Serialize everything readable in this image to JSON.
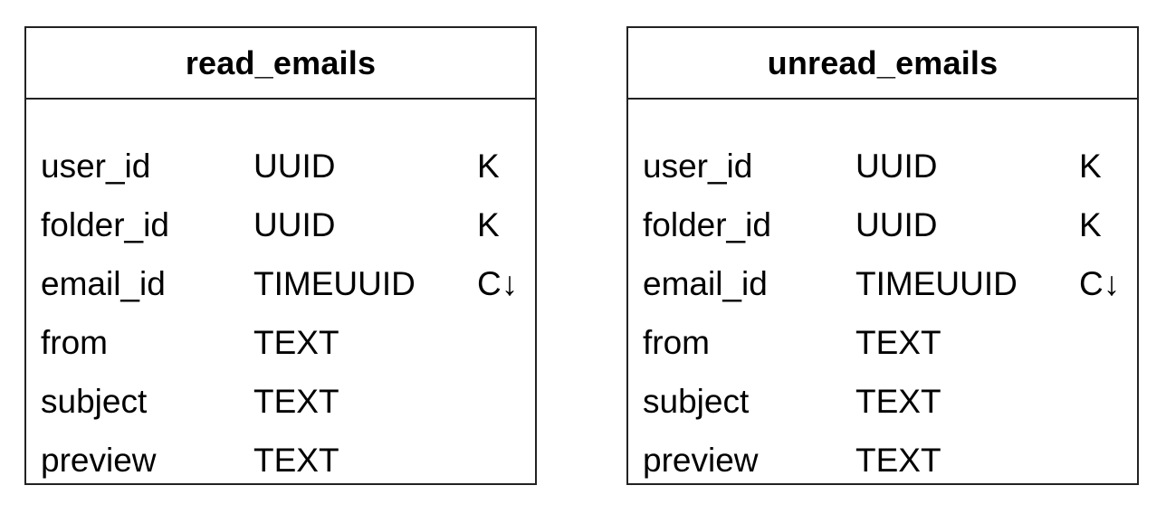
{
  "tables": [
    {
      "name": "read_emails",
      "columns": [
        {
          "name": "user_id",
          "type": "UUID",
          "key": "K"
        },
        {
          "name": "folder_id",
          "type": "UUID",
          "key": "K"
        },
        {
          "name": "email_id",
          "type": "TIMEUUID",
          "key": "C↓"
        },
        {
          "name": "from",
          "type": "TEXT",
          "key": ""
        },
        {
          "name": "subject",
          "type": "TEXT",
          "key": ""
        },
        {
          "name": "preview",
          "type": "TEXT",
          "key": ""
        }
      ]
    },
    {
      "name": "unread_emails",
      "columns": [
        {
          "name": "user_id",
          "type": "UUID",
          "key": "K"
        },
        {
          "name": "folder_id",
          "type": "UUID",
          "key": "K"
        },
        {
          "name": "email_id",
          "type": "TIMEUUID",
          "key": "C↓"
        },
        {
          "name": "from",
          "type": "TEXT",
          "key": ""
        },
        {
          "name": "subject",
          "type": "TEXT",
          "key": ""
        },
        {
          "name": "preview",
          "type": "TEXT",
          "key": ""
        }
      ]
    }
  ]
}
